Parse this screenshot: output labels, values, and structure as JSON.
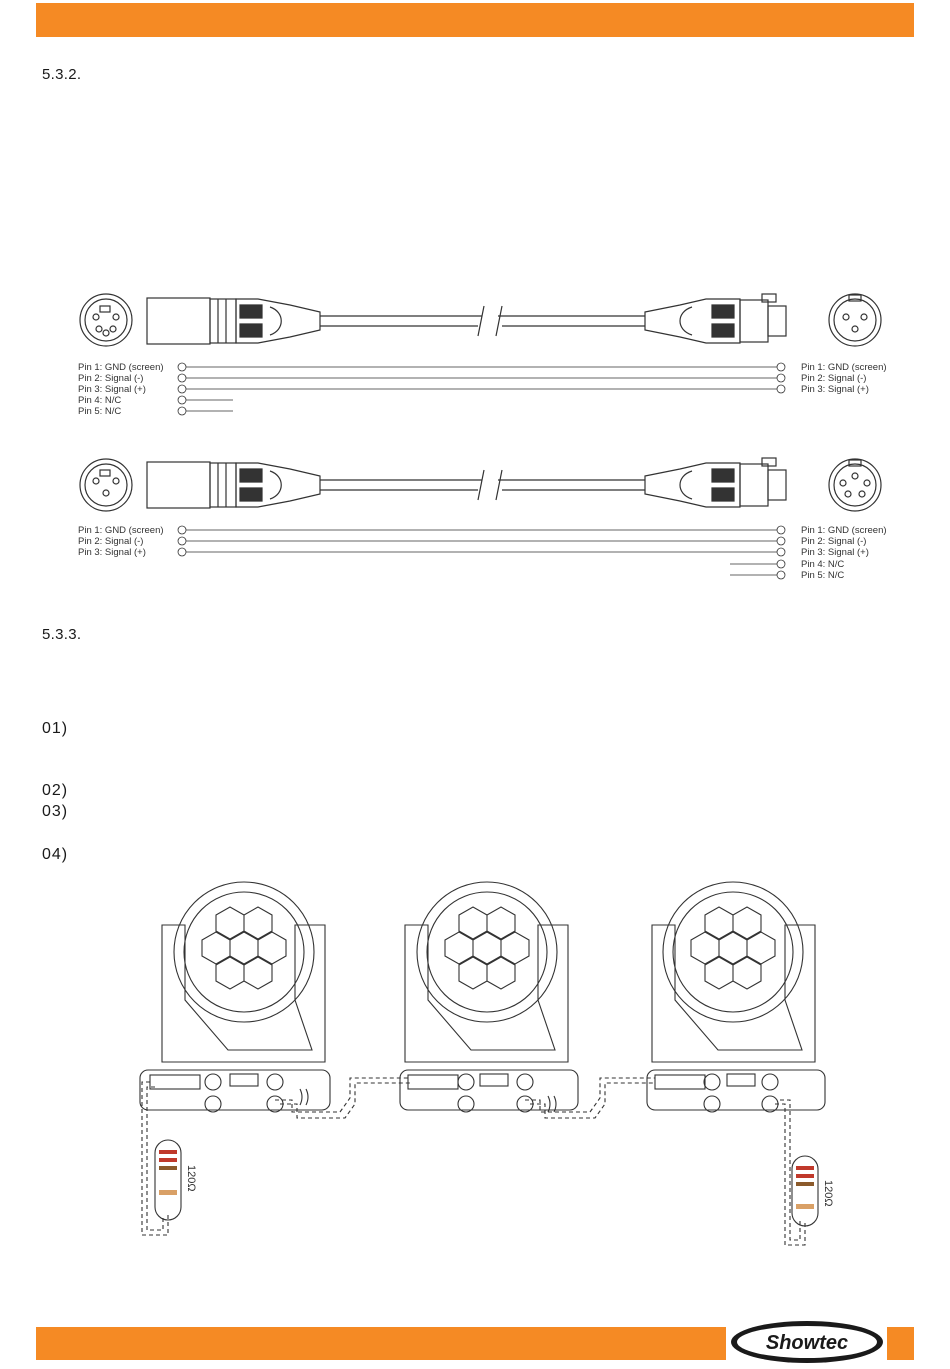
{
  "header": {
    "bar_color": "#f58a24"
  },
  "sections": [
    {
      "number": "5.3.2."
    },
    {
      "number": "5.3.3."
    }
  ],
  "cable_top": {
    "left_pins": [
      "Pin 1: GND (screen)",
      "Pin 2: Signal (-)",
      "Pin 3: Signal (+)",
      "Pin 4: N/C",
      "Pin 5: N/C"
    ],
    "right_pins": [
      "Pin 1: GND (screen)",
      "Pin 2: Signal (-)",
      "Pin 3: Signal (+)"
    ]
  },
  "cable_bottom": {
    "left_pins": [
      "Pin 1: GND (screen)",
      "Pin 2: Signal (-)",
      "Pin 3: Signal (+)"
    ],
    "right_pins": [
      "Pin 1: GND (screen)",
      "Pin 2: Signal (-)",
      "Pin 3: Signal (+)",
      "Pin 4: N/C",
      "Pin 5: N/C"
    ]
  },
  "steps": [
    "01)",
    "02)",
    "03)",
    "04)"
  ],
  "terminators": {
    "left_label": "120Ω",
    "right_label": "120Ω"
  },
  "footer": {
    "logo_text": "Showtec"
  }
}
